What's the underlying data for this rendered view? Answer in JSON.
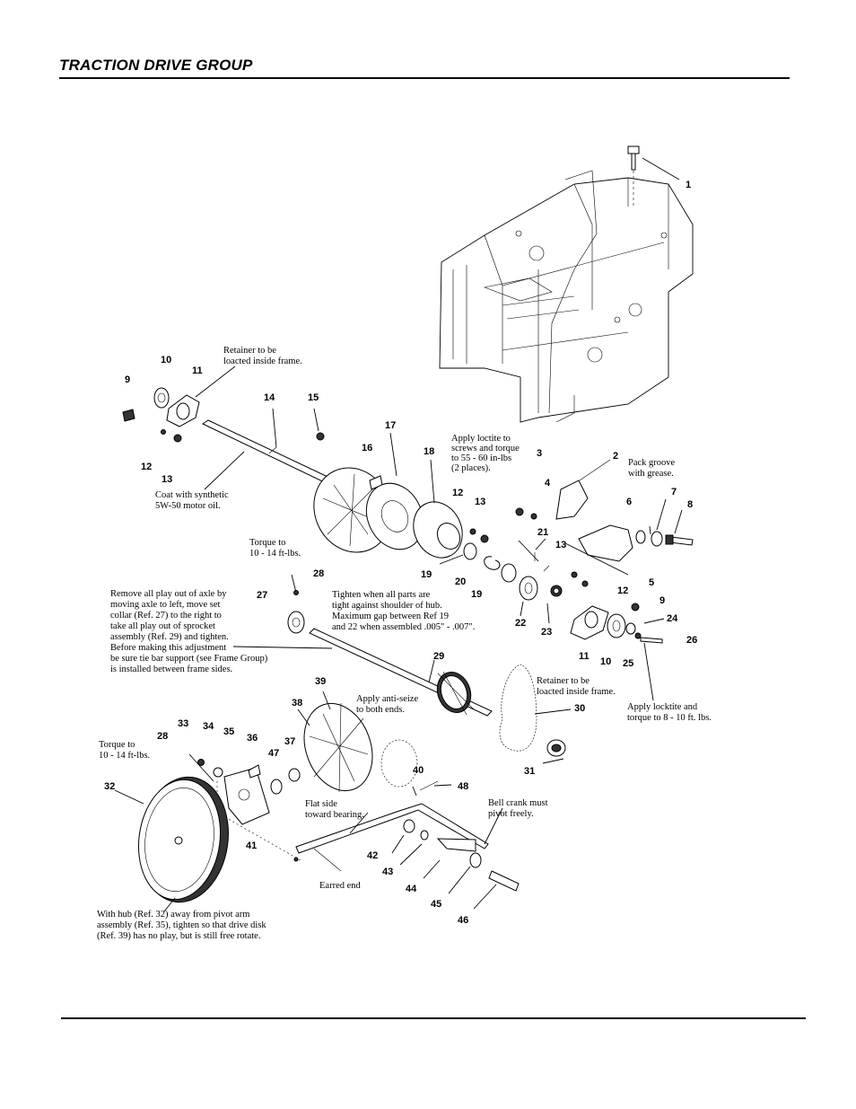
{
  "header": {
    "title": "TRACTION DRIVE GROUP"
  },
  "callouts": [
    {
      "id": "c1",
      "text": "1"
    },
    {
      "id": "c2",
      "text": "2"
    },
    {
      "id": "c3",
      "text": "3"
    },
    {
      "id": "c4",
      "text": "4"
    },
    {
      "id": "c5",
      "text": "5"
    },
    {
      "id": "c6",
      "text": "6"
    },
    {
      "id": "c7",
      "text": "7"
    },
    {
      "id": "c8",
      "text": "8"
    },
    {
      "id": "c9a",
      "text": "9"
    },
    {
      "id": "c9b",
      "text": "9"
    },
    {
      "id": "c10a",
      "text": "10"
    },
    {
      "id": "c10b",
      "text": "10"
    },
    {
      "id": "c11a",
      "text": "11"
    },
    {
      "id": "c11b",
      "text": "11"
    },
    {
      "id": "c12a",
      "text": "12"
    },
    {
      "id": "c12b",
      "text": "12"
    },
    {
      "id": "c12c",
      "text": "12"
    },
    {
      "id": "c13a",
      "text": "13"
    },
    {
      "id": "c13b",
      "text": "13"
    },
    {
      "id": "c13c",
      "text": "13"
    },
    {
      "id": "c14",
      "text": "14"
    },
    {
      "id": "c15",
      "text": "15"
    },
    {
      "id": "c16",
      "text": "16"
    },
    {
      "id": "c17",
      "text": "17"
    },
    {
      "id": "c18",
      "text": "18"
    },
    {
      "id": "c19a",
      "text": "19"
    },
    {
      "id": "c19b",
      "text": "19"
    },
    {
      "id": "c20",
      "text": "20"
    },
    {
      "id": "c21",
      "text": "21"
    },
    {
      "id": "c22",
      "text": "22"
    },
    {
      "id": "c23",
      "text": "23"
    },
    {
      "id": "c24",
      "text": "24"
    },
    {
      "id": "c25",
      "text": "25"
    },
    {
      "id": "c26",
      "text": "26"
    },
    {
      "id": "c27",
      "text": "27"
    },
    {
      "id": "c28a",
      "text": "28"
    },
    {
      "id": "c28b",
      "text": "28"
    },
    {
      "id": "c29",
      "text": "29"
    },
    {
      "id": "c30",
      "text": "30"
    },
    {
      "id": "c31",
      "text": "31"
    },
    {
      "id": "c32",
      "text": "32"
    },
    {
      "id": "c33",
      "text": "33"
    },
    {
      "id": "c34",
      "text": "34"
    },
    {
      "id": "c35",
      "text": "35"
    },
    {
      "id": "c36",
      "text": "36"
    },
    {
      "id": "c37",
      "text": "37"
    },
    {
      "id": "c38",
      "text": "38"
    },
    {
      "id": "c39",
      "text": "39"
    },
    {
      "id": "c40",
      "text": "40"
    },
    {
      "id": "c41",
      "text": "41"
    },
    {
      "id": "c42",
      "text": "42"
    },
    {
      "id": "c43",
      "text": "43"
    },
    {
      "id": "c44",
      "text": "44"
    },
    {
      "id": "c45",
      "text": "45"
    },
    {
      "id": "c46",
      "text": "46"
    },
    {
      "id": "c47",
      "text": "47"
    },
    {
      "id": "c48",
      "text": "48"
    }
  ],
  "notes": {
    "retainer_top": [
      "Retainer to be",
      "loacted inside frame."
    ],
    "coat_oil": [
      "Coat with synthetic",
      "5W-50 motor oil."
    ],
    "loctite_screws": [
      "Apply loctite to",
      "screws and torque",
      "to 55 - 60 in-lbs",
      "(2 places)."
    ],
    "pack_groove": [
      "Pack groove",
      "with grease."
    ],
    "torque_top": [
      "Torque to",
      "10 - 14 ft-lbs."
    ],
    "remove_play": [
      "Remove all play out of axle by",
      "moving axle to left, move set",
      "collar (Ref. 27) to the right to",
      "take all play out of sprocket",
      "assembly (Ref. 29) and tighten.",
      "Before making this adjustment",
      "be sure tie bar support  (see Frame Group)",
      "is installed between frame sides."
    ],
    "tighten_parts": [
      "Tighten when all parts are",
      "tight against shoulder of hub.",
      "Maximum gap between Ref 19",
      "and 22 when assembled .005\" - .007\"."
    ],
    "retainer_mid": [
      "Retainer to be",
      "loacted inside frame."
    ],
    "anti_seize": [
      "Apply anti-seize",
      "to both ends."
    ],
    "loctite_torque": [
      "Apply locktite and",
      "torque to 8 - 10 ft. lbs."
    ],
    "torque_left": [
      "Torque to",
      "10 - 14 ft-lbs."
    ],
    "flat_side": [
      "Flat side",
      "toward bearing."
    ],
    "bell_crank": [
      "Bell crank must",
      "pivot freely."
    ],
    "earred_end": [
      "Earred end"
    ],
    "hub_note": [
      "With hub (Ref. 32) away from pivot arm",
      "assembly (Ref. 35), tighten so that drive disk",
      "(Ref. 39) has no play, but is still free rotate."
    ]
  }
}
